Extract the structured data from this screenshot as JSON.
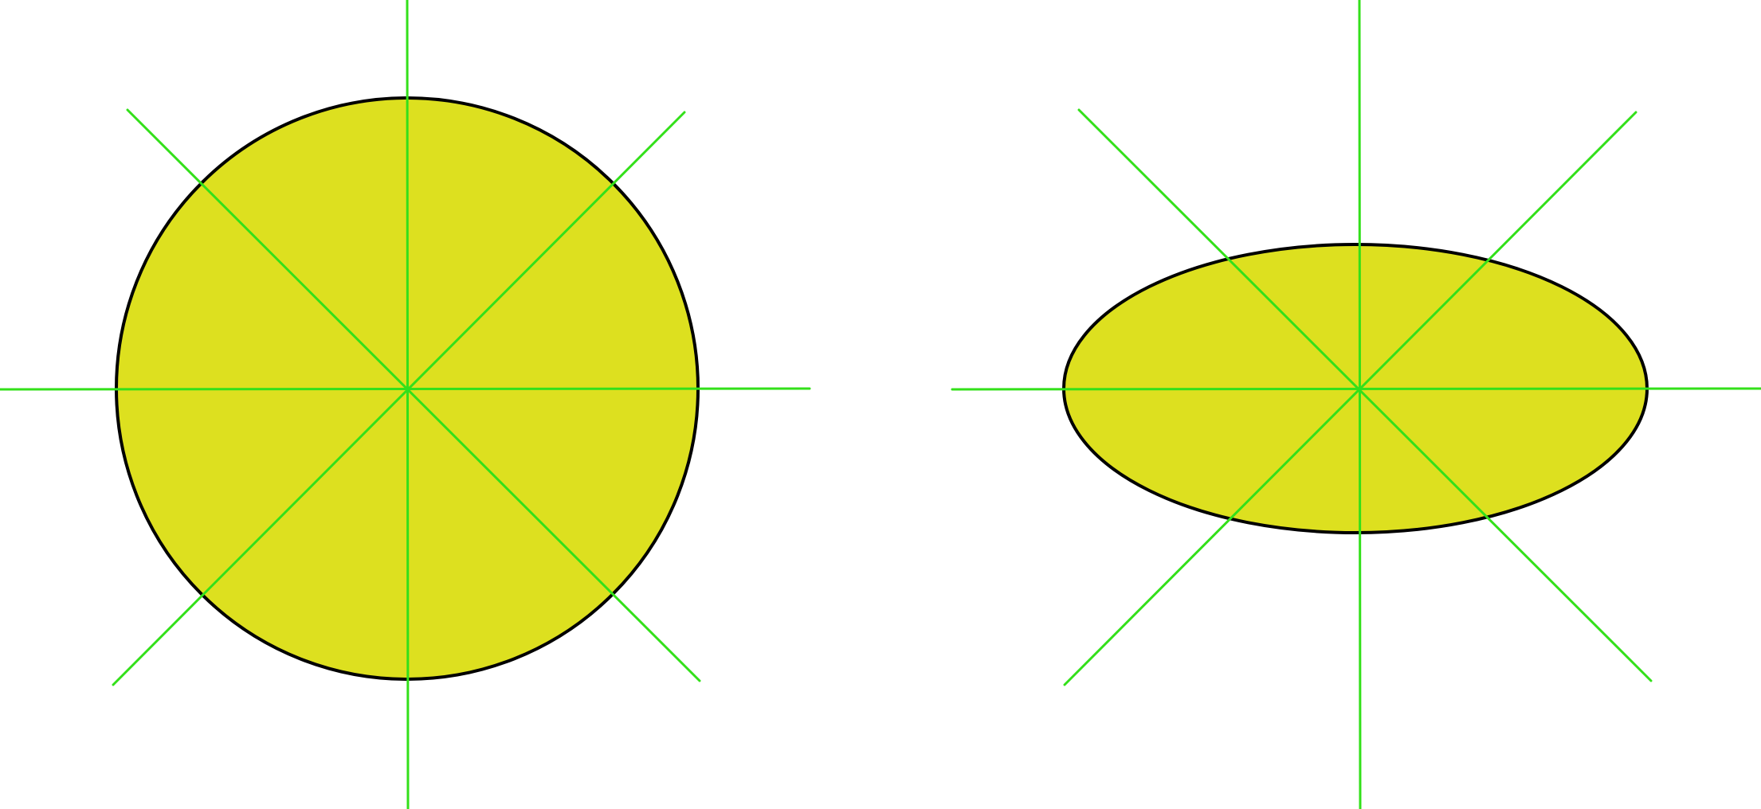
{
  "figures": [
    {
      "name": "circle",
      "shape": "circle",
      "fill_color": "#dde01f",
      "outline_color": "#000000",
      "line_color": "#33e01a",
      "line_count": 4
    },
    {
      "name": "ellipse",
      "shape": "ellipse",
      "fill_color": "#dde01f",
      "outline_color": "#000000",
      "line_color": "#33e01a",
      "line_count": 4
    }
  ]
}
